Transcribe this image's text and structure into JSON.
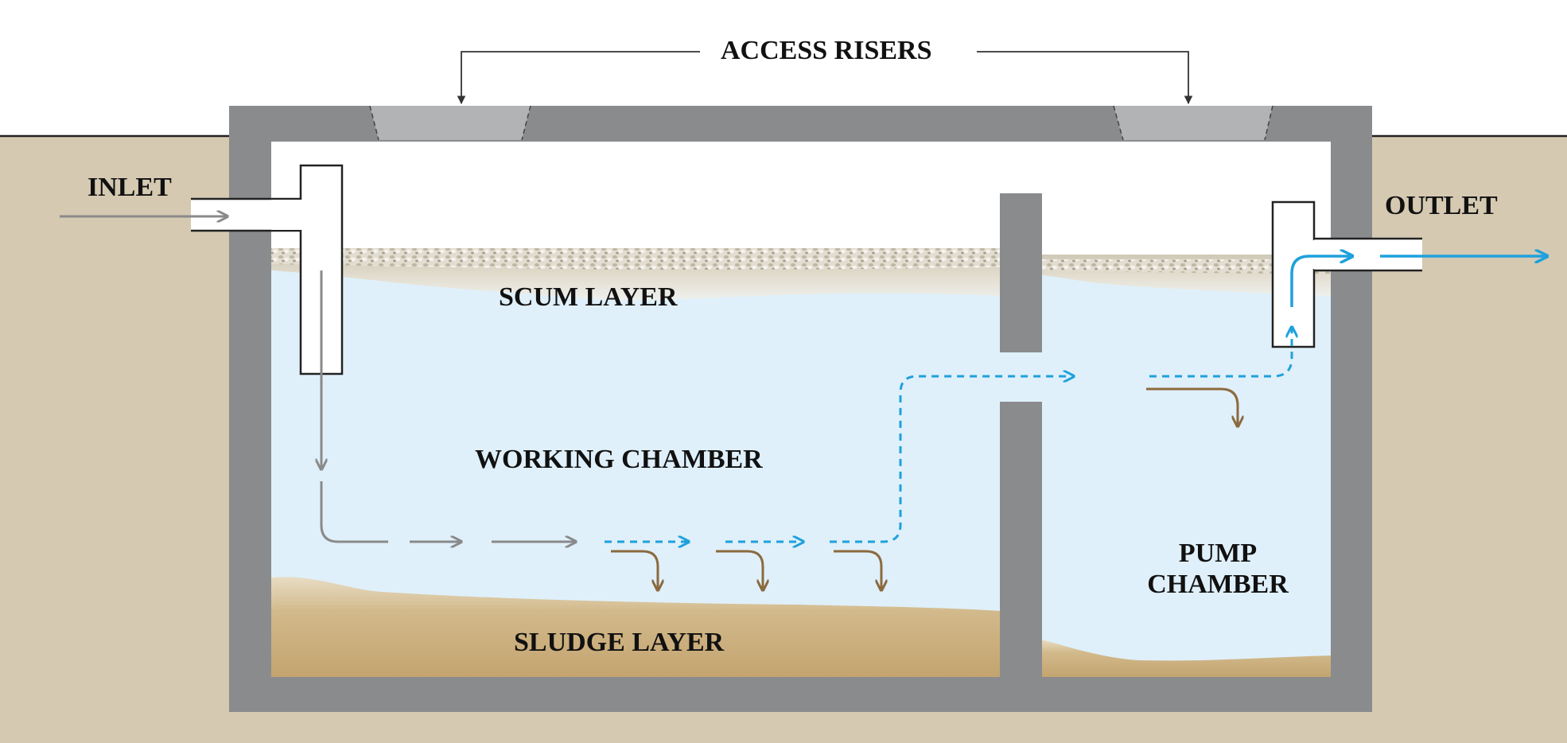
{
  "labels": {
    "access_risers": "ACCESS RISERS",
    "inlet": "INLET",
    "outlet": "OUTLET",
    "scum_layer": "SCUM LAYER",
    "working_chamber": "WORKING CHAMBER",
    "sludge_layer": "SLUDGE LAYER",
    "pump_chamber_line1": "PUMP",
    "pump_chamber_line2": "CHAMBER"
  },
  "colors": {
    "soil": "#d5c9b2",
    "tank_wall": "#8a8b8d",
    "riser": "#b2b3b5",
    "air_space": "#ffffff",
    "wastewater": "#dff0fa",
    "scum": "#e6e1d3",
    "sludge": "#c4a574",
    "clean_flow_arrow": "#1ea1dc",
    "raw_flow_arrow": "#8a8a8a",
    "settling_arrow": "#8b6a3e"
  }
}
